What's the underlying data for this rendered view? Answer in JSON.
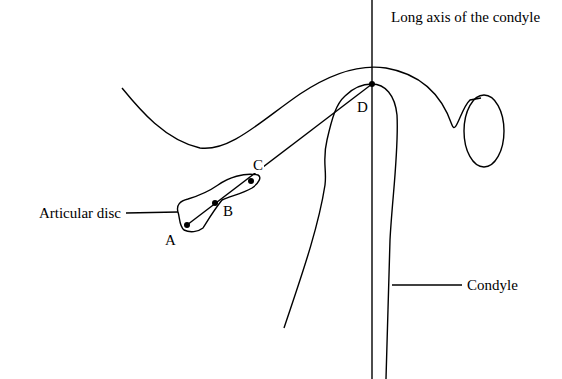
{
  "diagram": {
    "labels": [
      "Long axis of the condyle",
      "D",
      "C",
      "Articular disc",
      "B",
      "A",
      "Condyle"
    ]
  }
}
